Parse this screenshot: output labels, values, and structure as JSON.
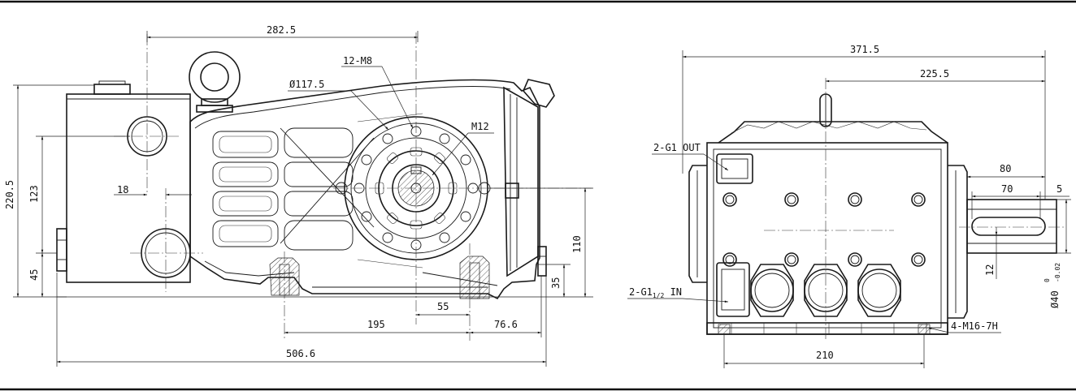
{
  "dimensions": {
    "side_top_width": "282.5",
    "side_height": "220.5",
    "side_port_spacing": "123",
    "side_inlet_height": "45",
    "side_port_offset": "18",
    "side_shaft_height": "110",
    "side_foot_height": "35",
    "side_foot_offset": "55",
    "side_foot_spacing": "195",
    "side_foot_end": "76.6",
    "side_total_length": "506.6",
    "flange_diameter": "Ø117.5",
    "front_total_width": "371.5",
    "front_shaft_offset": "225.5",
    "front_shaft_length": "80",
    "front_key_length": "70",
    "front_key_offset": "5",
    "front_key_width": "12",
    "front_shaft_diameter": "Ø40",
    "front_tol_upper": "0",
    "front_tol_lower": "-0.02",
    "front_foot_spacing": "210"
  },
  "callouts": {
    "bolts": "12-M8",
    "center_thread": "M12",
    "outlet": "2-G1 OUT",
    "inlet_prefix": "2-G1",
    "inlet_sub": "1/2",
    "inlet_suffix": " IN",
    "mount": "4-M16-7H"
  }
}
